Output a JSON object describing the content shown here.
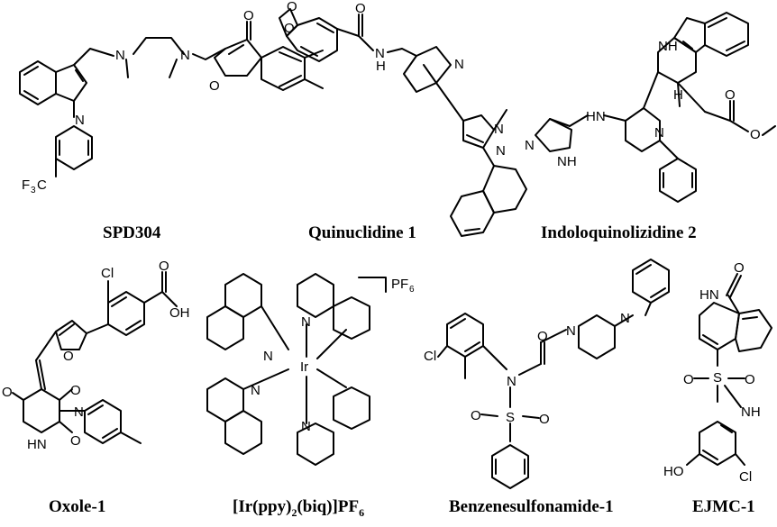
{
  "compounds": [
    {
      "name": "SPD304",
      "atoms": {
        "n1": "N",
        "n2": "N",
        "n3": "N",
        "o1": "O",
        "o2": "O",
        "f3c": "F",
        "f3sub": "3",
        "c": "C"
      }
    },
    {
      "name": "Quinuclidine 1",
      "atoms": {
        "o1": "O",
        "o2": "O",
        "o3": "O",
        "nh": "N",
        "h": "H",
        "n1": "N",
        "n2": "N",
        "n3": "N"
      }
    },
    {
      "name": "Indoloquinolizidine 2",
      "atoms": {
        "nh1": "NH",
        "h": "H",
        "hn": "HN",
        "n": "N",
        "o1": "O",
        "o2": "O",
        "nh2": "NH",
        "n2": "N"
      }
    },
    {
      "name": "Oxole-1",
      "atoms": {
        "cl": "Cl",
        "o": "O",
        "oh": "OH",
        "ofur": "O",
        "o3": "O",
        "o4": "O",
        "o5": "O",
        "hn": "HN",
        "n": "N"
      }
    },
    {
      "name_main": "[Ir(ppy)",
      "name_sub": "2",
      "name_mid": "(biq)]PF",
      "name_sub2": "6",
      "atoms": {
        "ir": "Ir",
        "n1": "N",
        "n2": "N",
        "n3": "N",
        "n4": "N",
        "pf": "PF",
        "pfsub": "6"
      }
    },
    {
      "name": "Benzenesulfonamide-1",
      "atoms": {
        "cl": "Cl",
        "n": "N",
        "s": "S",
        "o1": "O",
        "o2": "O",
        "o3": "O",
        "n2": "N",
        "n3": "N"
      }
    },
    {
      "name": "EJMC-1",
      "atoms": {
        "hn": "HN",
        "o": "O",
        "s": "S",
        "o1": "O",
        "o2": "O",
        "nh": "NH",
        "ho": "HO",
        "cl": "Cl"
      }
    }
  ]
}
